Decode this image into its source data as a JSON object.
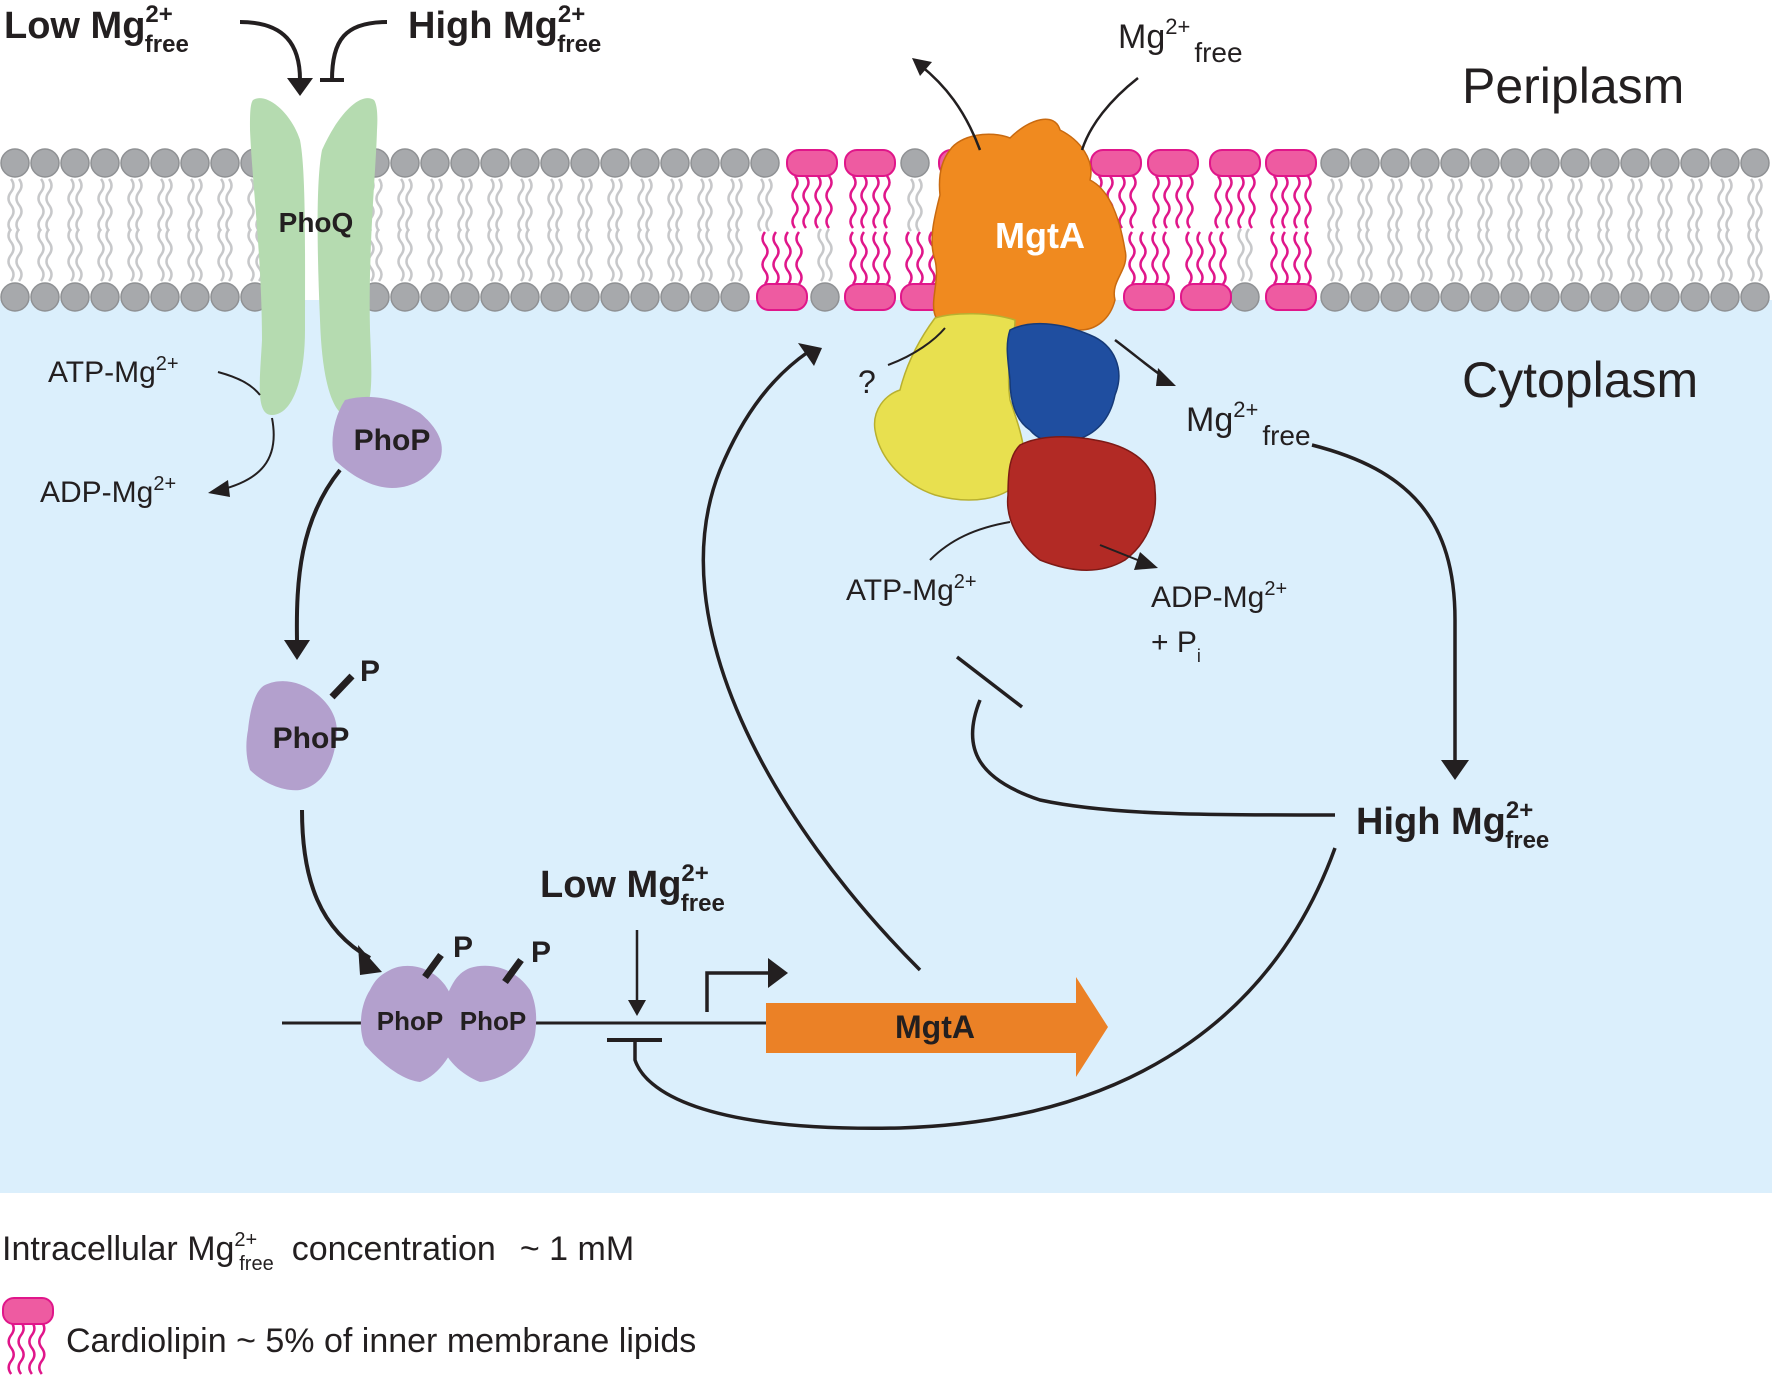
{
  "colors": {
    "periplasm": "#ffffff",
    "cytoplasm": "#dbeffc",
    "lipid_head": "#a7a9ac",
    "lipid_tail": "#c7c8ca",
    "cardiolipin": "#ee5ba1",
    "cardiolipin_stroke": "#e0168a",
    "phoq": "#b5dbb0",
    "phop": "#b3a0cd",
    "mgta_gene": "#eb8126",
    "mgta_tm": "#f08a1f",
    "mgta_a": "#e8e04f",
    "mgta_n": "#1f4ea0",
    "mgta_p": "#b22a25"
  },
  "compartments": {
    "periplasm": "Periplasm",
    "cytoplasm": "Cytoplasm"
  },
  "top_signals": {
    "low": {
      "main": "Low Mg",
      "sup": "2+",
      "sub": "free"
    },
    "high": {
      "main": "High Mg",
      "sup": "2+",
      "sub": "free"
    }
  },
  "proteins": {
    "phoq": "PhoQ",
    "phop": "PhoP",
    "phosphate": "P",
    "mgta_protein": "MgtA",
    "mgta_gene": "MgtA"
  },
  "phoq_reaction": {
    "atp": {
      "main": "ATP-Mg",
      "sup": "2+"
    },
    "adp": {
      "main": "ADP-Mg",
      "sup": "2+"
    }
  },
  "mgta_labels": {
    "periplasm_mg": {
      "main": "Mg",
      "sup": "2+",
      "sub": "free"
    },
    "cytoplasm_mg": {
      "main": "Mg",
      "sup": "2+",
      "sub": "free"
    },
    "question": "?",
    "atp": {
      "main": "ATP-Mg",
      "sup": "2+"
    },
    "adp": {
      "main": "ADP-Mg",
      "sup": "2+"
    },
    "pi": {
      "main": "+ P",
      "sub": "i"
    }
  },
  "regulation": {
    "high_mg": {
      "main": "High Mg",
      "sup": "2+",
      "sub": "free"
    },
    "low_mg": {
      "main": "Low Mg",
      "sup": "2+",
      "sub": "free"
    }
  },
  "legend": {
    "concentration": {
      "prefix": "Intracellular Mg",
      "sup": "2+",
      "sub": "free",
      "suffix": "concentration",
      "value": "~ 1 mM"
    },
    "cardiolipin": "Cardiolipin ~ 5% of inner membrane lipids"
  }
}
